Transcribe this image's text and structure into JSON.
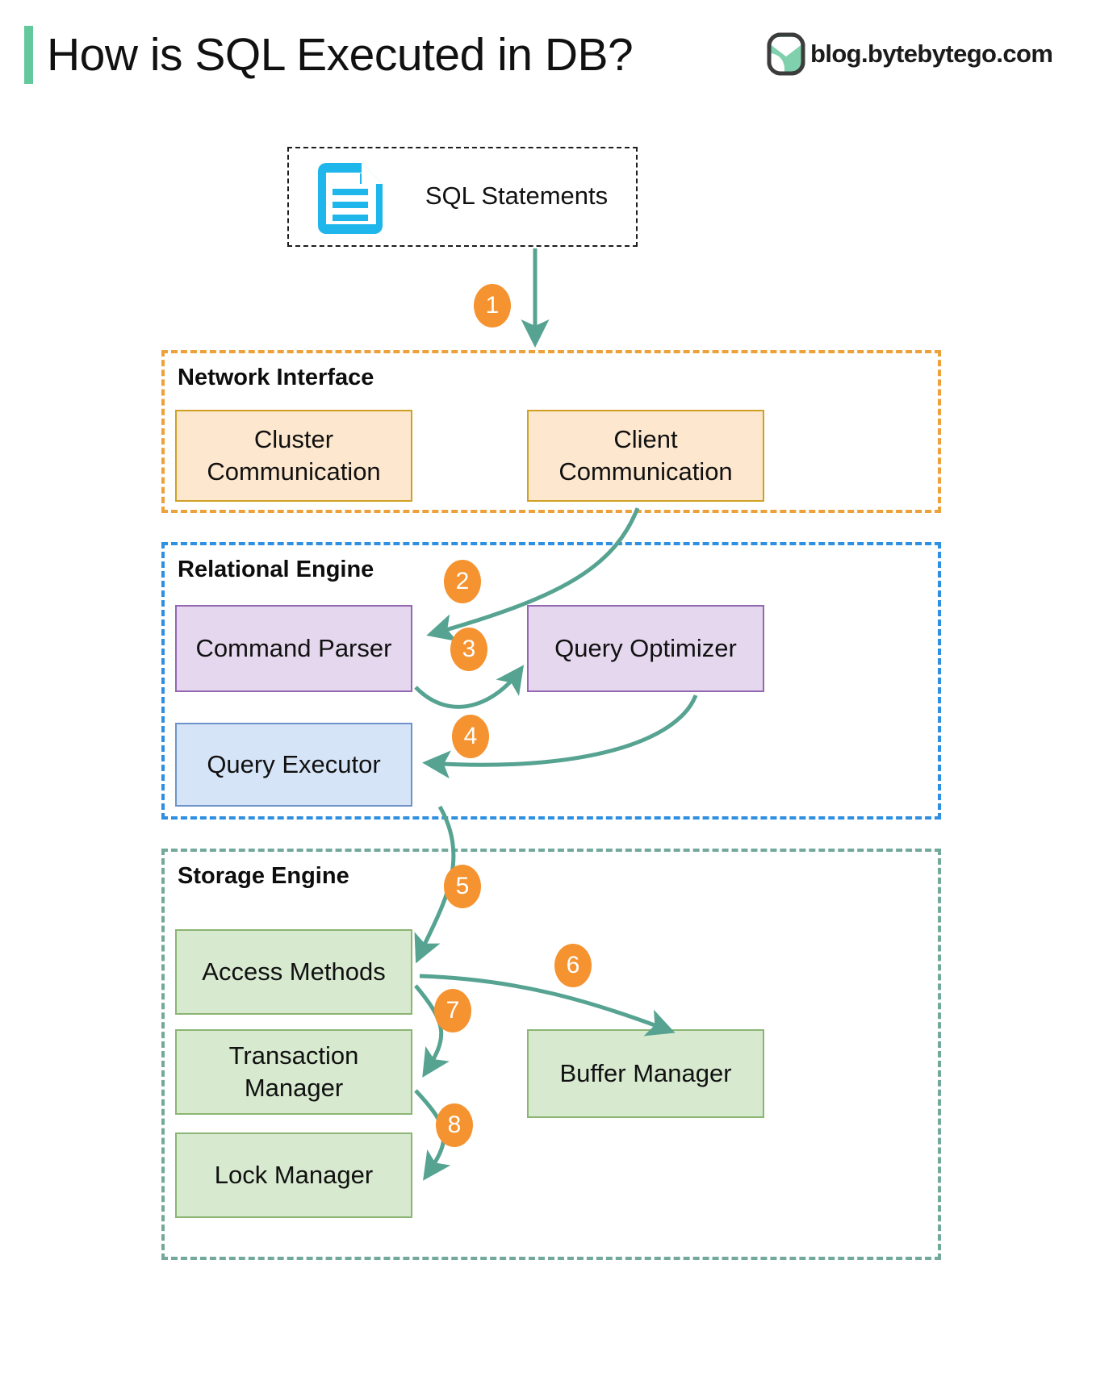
{
  "header": {
    "title": "How is SQL Executed in DB?",
    "brand_text": "blog.bytebytego.com",
    "accent_color": "#63c89b",
    "logo_icon": "bytebytego-logo-icon"
  },
  "source": {
    "label": "SQL Statements",
    "icon": "document-icon",
    "icon_color": "#1fb6ec",
    "border_style": "dashed"
  },
  "groups": [
    {
      "id": "network",
      "title": "Network Interface",
      "border_color": "#eda13a"
    },
    {
      "id": "relational",
      "title": "Relational Engine",
      "border_color": "#2f8fe0"
    },
    {
      "id": "storage",
      "title": "Storage Engine",
      "border_color": "#73a99b"
    }
  ],
  "nodes": [
    {
      "id": "cluster",
      "label": "Cluster\nCommunication",
      "line1": "Cluster",
      "line2": "Communication",
      "group": "network",
      "fill": "#fde7ce",
      "border": "#d0a022"
    },
    {
      "id": "client",
      "label": "Client\nCommunication",
      "line1": "Client",
      "line2": "Communication",
      "group": "network",
      "fill": "#fde7ce",
      "border": "#d0a022"
    },
    {
      "id": "parser",
      "label": "Command Parser",
      "group": "relational",
      "fill": "#e5d8ee",
      "border": "#9367b2"
    },
    {
      "id": "optimizer",
      "label": "Query Optimizer",
      "group": "relational",
      "fill": "#e5d8ee",
      "border": "#9367b2"
    },
    {
      "id": "executor",
      "label": "Query Executor",
      "group": "relational",
      "fill": "#d6e4f7",
      "border": "#6f93c9"
    },
    {
      "id": "access",
      "label": "Access Methods",
      "group": "storage",
      "fill": "#d7e9cf",
      "border": "#8bb573"
    },
    {
      "id": "txn",
      "label": "Transaction\nManager",
      "line1": "Transaction",
      "line2": "Manager",
      "group": "storage",
      "fill": "#d7e9cf",
      "border": "#8bb573"
    },
    {
      "id": "lock",
      "label": "Lock Manager",
      "group": "storage",
      "fill": "#d7e9cf",
      "border": "#8bb573"
    },
    {
      "id": "buffer",
      "label": "Buffer Manager",
      "group": "storage",
      "fill": "#d7e9cf",
      "border": "#8bb573"
    }
  ],
  "steps": [
    {
      "n": "1",
      "from": "SQL Statements",
      "to": "Network Interface"
    },
    {
      "n": "2",
      "from": "Client Communication",
      "to": "Command Parser"
    },
    {
      "n": "3",
      "from": "Command Parser",
      "to": "Query Optimizer"
    },
    {
      "n": "4",
      "from": "Query Optimizer",
      "to": "Query Executor"
    },
    {
      "n": "5",
      "from": "Query Executor",
      "to": "Access Methods"
    },
    {
      "n": "6",
      "from": "Access Methods",
      "to": "Buffer Manager"
    },
    {
      "n": "7",
      "from": "Access Methods",
      "to": "Transaction Manager"
    },
    {
      "n": "8",
      "from": "Transaction Manager",
      "to": "Lock Manager"
    }
  ],
  "badge_color": "#f69331",
  "arrow_color": "#56a392"
}
